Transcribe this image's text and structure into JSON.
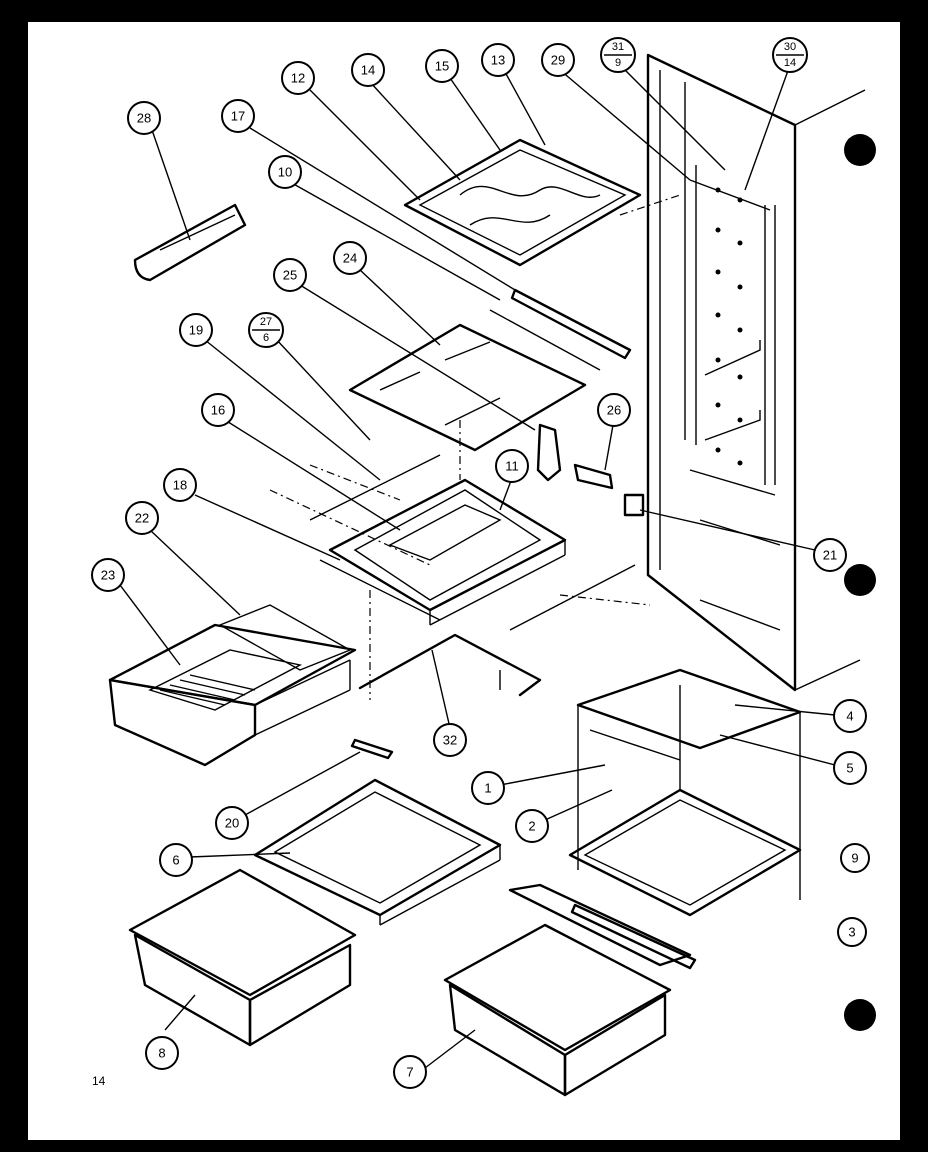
{
  "figure": {
    "page_number": "14",
    "callouts": [
      {
        "id": "c28",
        "text": "28"
      },
      {
        "id": "c17",
        "text": "17"
      },
      {
        "id": "c12",
        "text": "12"
      },
      {
        "id": "c14",
        "text": "14"
      },
      {
        "id": "c15",
        "text": "15"
      },
      {
        "id": "c13",
        "text": "13"
      },
      {
        "id": "c29",
        "text": "29"
      },
      {
        "id": "c10",
        "text": "10"
      },
      {
        "id": "c25",
        "text": "25"
      },
      {
        "id": "c24",
        "text": "24"
      },
      {
        "id": "c19",
        "text": "19"
      },
      {
        "id": "c16",
        "text": "16"
      },
      {
        "id": "c26",
        "text": "26"
      },
      {
        "id": "c11",
        "text": "11"
      },
      {
        "id": "c18",
        "text": "18"
      },
      {
        "id": "c22",
        "text": "22"
      },
      {
        "id": "c23",
        "text": "23"
      },
      {
        "id": "c21",
        "text": "21"
      },
      {
        "id": "c4",
        "text": "4"
      },
      {
        "id": "c5",
        "text": "5"
      },
      {
        "id": "c32",
        "text": "32"
      },
      {
        "id": "c1",
        "text": "1"
      },
      {
        "id": "c2",
        "text": "2"
      },
      {
        "id": "c20",
        "text": "20"
      },
      {
        "id": "c6",
        "text": "6"
      },
      {
        "id": "c8",
        "text": "8"
      },
      {
        "id": "c7",
        "text": "7"
      },
      {
        "id": "c3",
        "text": "3"
      },
      {
        "id": "c9x",
        "text": "9"
      }
    ],
    "fractions": [
      {
        "id": "f31",
        "top": "31",
        "bottom": "9"
      },
      {
        "id": "f30",
        "top": "30",
        "bottom": "14"
      },
      {
        "id": "f27",
        "top": "27",
        "bottom": "6"
      }
    ]
  }
}
